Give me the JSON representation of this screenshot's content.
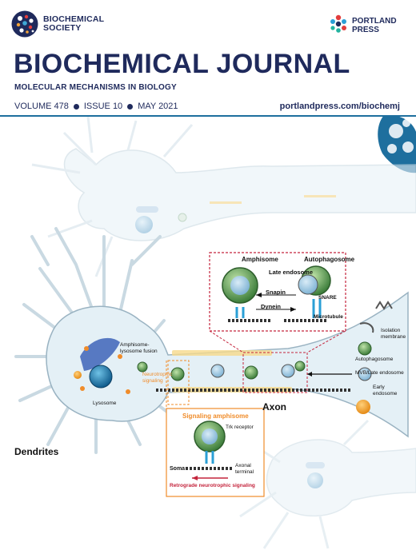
{
  "header": {
    "society_name_line1": "BIOCHEMICAL",
    "society_name_line2": "SOCIETY",
    "publisher_line1": "PORTLAND",
    "publisher_line2": "PRESS",
    "journal_title": "BIOCHEMICAL JOURNAL",
    "subtitle": "MOLECULAR MECHANISMS IN BIOLOGY",
    "volume": "VOLUME 478",
    "issue": "ISSUE 10",
    "date": "MAY 2021",
    "url": "portlandpress.com/biochemj"
  },
  "figure": {
    "inset_top": {
      "amphisome": "Amphisome",
      "autophagosome": "Autophagosome",
      "late_endosome": "Late endosome",
      "snapin": "Snapin",
      "dynein": "Dynein",
      "snare": "SNARE",
      "microtubule": "Microtubule"
    },
    "right_side": {
      "isolation_membrane_1": "Isolation",
      "isolation_membrane_2": "membrane",
      "autophagosome": "Autophagosome",
      "mvb": "MVB/Late endosome",
      "early_endosome_1": "Early",
      "early_endosome_2": "endosome"
    },
    "left_side": {
      "amphisome_lysosome_1": "Amphisome-",
      "amphisome_lysosome_2": "lysosome fusion",
      "neurotrophic_1": "Neurotrophic",
      "neurotrophic_2": "signaling",
      "lysosome": "Lysosome",
      "axon": "Axon",
      "dendrites": "Dendrites"
    },
    "inset_bottom": {
      "signaling_amphisome": "Signaling amphisome",
      "trk_receptor": "Trk receptor",
      "soma": "Soma",
      "axonal_terminal_1": "Axonal",
      "axonal_terminal_2": "terminal",
      "retrograde": "Retrograde neurotrophic signaling"
    }
  },
  "colors": {
    "navy": "#1f2a5c",
    "accent_blue": "#1e6f9e",
    "neuron_fill": "#e4f0f6",
    "orange": "#f08c2a",
    "inset_red": "#c4243c"
  }
}
